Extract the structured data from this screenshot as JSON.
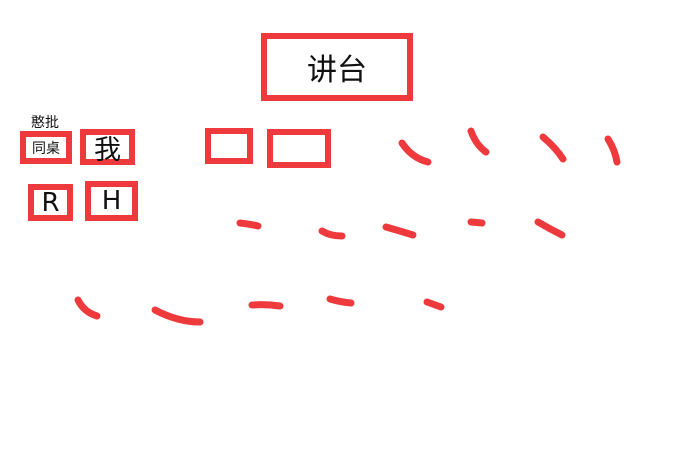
{
  "podium": {
    "label": "讲台"
  },
  "seats": {
    "tablemate_note": "憨批",
    "tablemate": "同桌",
    "me": "我",
    "r": "R",
    "h": "H"
  },
  "colors": {
    "stroke": "#ee3a3d",
    "text": "#111111",
    "background": "#ffffff"
  }
}
